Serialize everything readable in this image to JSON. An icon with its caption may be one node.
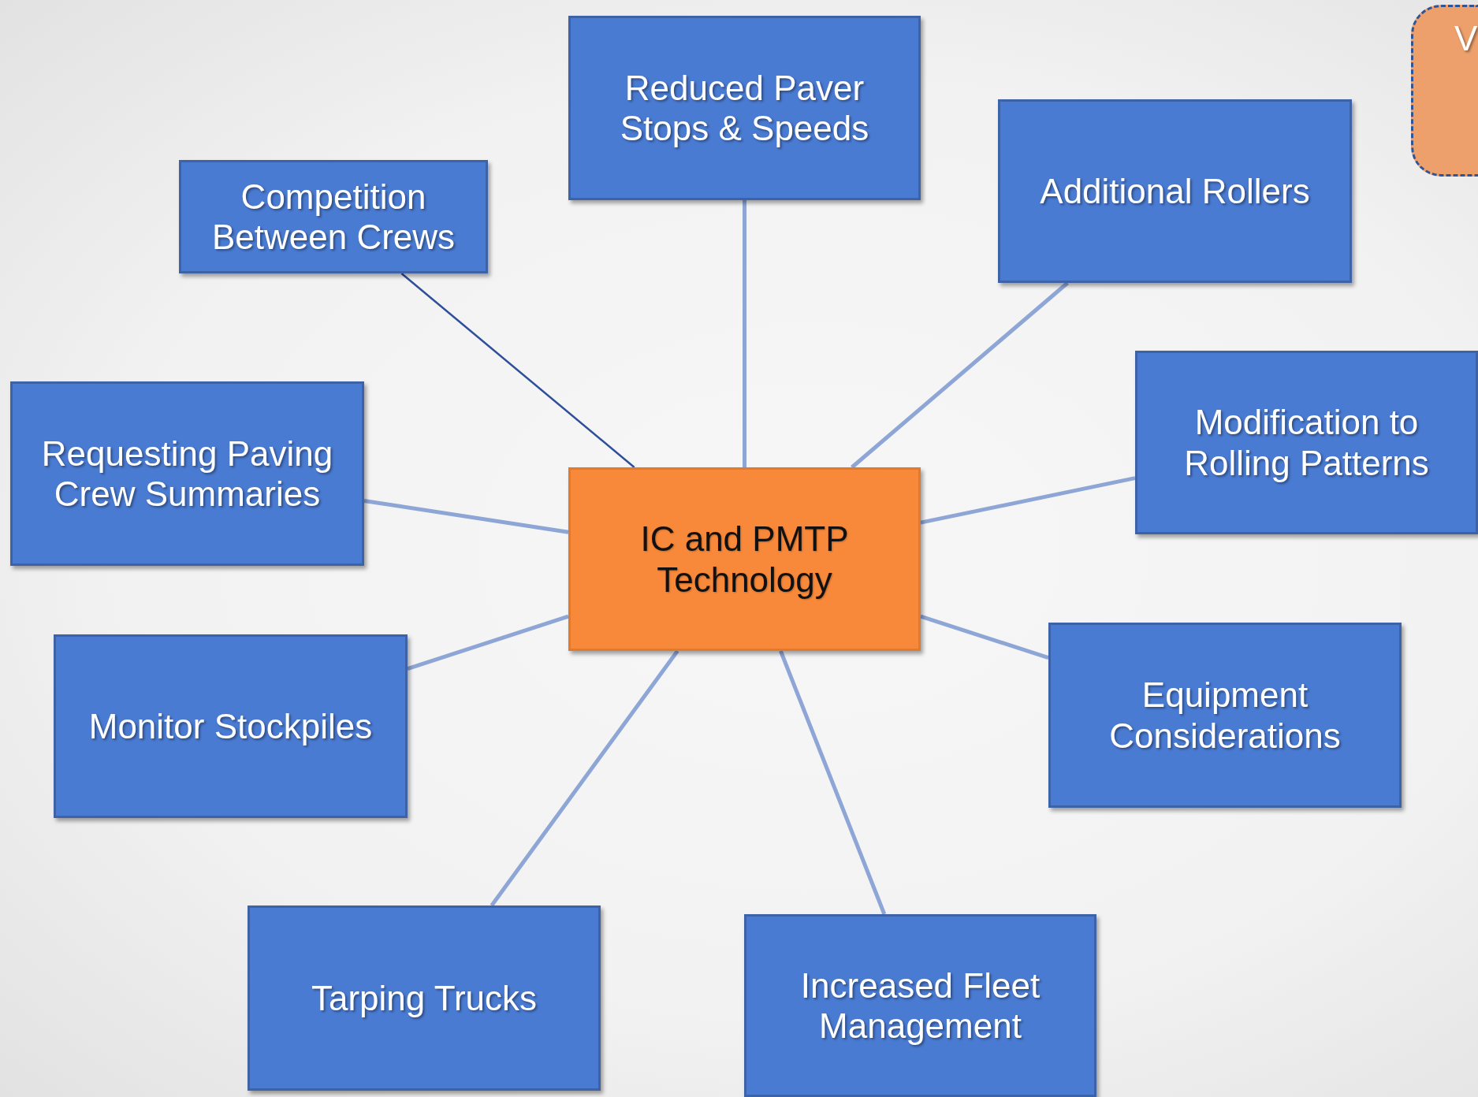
{
  "diagram": {
    "nodes": [
      {
        "text": [
          "Reduced Paver Stops & Speeds"
        ]
      },
      {
        "text": [
          "Competition Between Crews"
        ]
      },
      {
        "text": [
          "Additional Rollers"
        ]
      },
      {
        "text": [
          "Requesting Paving Crew Summaries"
        ]
      },
      {
        "text": [
          "Modification to Rolling Patterns"
        ]
      },
      {
        "text": [
          "IC and PMTP Technology"
        ]
      },
      {
        "text": [
          "Monitor Stockpiles"
        ]
      },
      {
        "text": [
          "Equipment Considerations"
        ]
      },
      {
        "text": [
          "Tarping Trucks"
        ]
      },
      {
        "text": [
          "Increased Fleet Management"
        ]
      },
      {
        "text": [
          "V"
        ]
      }
    ],
    "edges": [
      {
        "from": 5,
        "to": 0,
        "arrow": "none"
      },
      {
        "from": 5,
        "to": 1,
        "arrow": "none",
        "color": "#2f4f9a"
      },
      {
        "from": 5,
        "to": 2,
        "arrow": "none"
      },
      {
        "from": 5,
        "to": 3,
        "arrow": "none"
      },
      {
        "from": 5,
        "to": 4,
        "arrow": "none"
      },
      {
        "from": 5,
        "to": 6,
        "arrow": "none"
      },
      {
        "from": 5,
        "to": 7,
        "arrow": "none"
      },
      {
        "from": 5,
        "to": 8,
        "arrow": "none"
      },
      {
        "from": 5,
        "to": 9,
        "arrow": "none"
      }
    ]
  }
}
